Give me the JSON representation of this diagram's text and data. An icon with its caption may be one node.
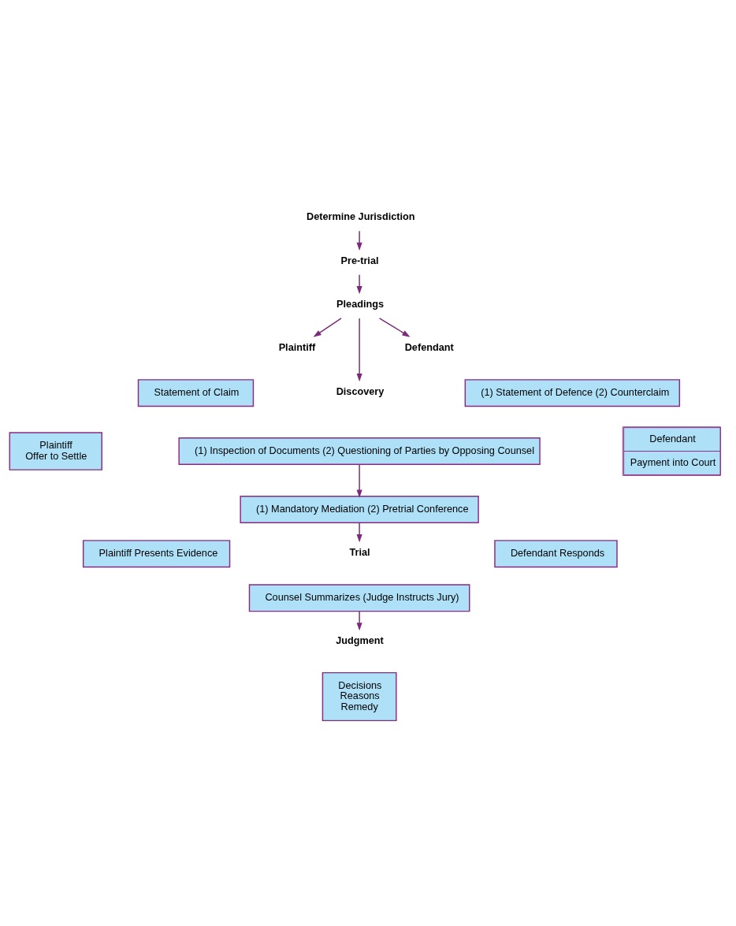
{
  "diagram": {
    "nodes": [
      {
        "text": [
          "Determine Jurisdiction"
        ]
      },
      {
        "text": [
          "Pre-trial"
        ]
      },
      {
        "text": [
          "Pleadings"
        ]
      },
      {
        "text": [
          "Plaintiff"
        ]
      },
      {
        "text": [
          "Defendant"
        ]
      },
      {
        "text": [
          "Statement of Claim"
        ]
      },
      {
        "text": [
          "(1) Statement of Defence (2) Counterclaim"
        ]
      },
      {
        "text": [
          "Discovery"
        ]
      },
      {
        "text": [
          "(1) Inspection of Documents (2) Questioning of Parties by Opposing Counsel"
        ]
      },
      {
        "text": [
          "Plaintiff",
          "Offer to Settle"
        ]
      },
      {
        "text": [
          "Defendant",
          "Payment into Court"
        ]
      },
      {
        "text": [
          "(1) Mandatory Mediation (2) Pretrial Conference"
        ]
      },
      {
        "text": [
          "Plaintiff Presents Evidence"
        ]
      },
      {
        "text": [
          "Trial"
        ]
      },
      {
        "text": [
          "Defendant Responds"
        ]
      },
      {
        "text": [
          "Counsel Summarizes (Judge Instructs Jury)"
        ]
      },
      {
        "text": [
          "Judgment"
        ]
      },
      {
        "text": [
          "Decisions",
          "Reasons",
          "Remedy"
        ]
      }
    ],
    "edges": [
      {
        "from": 0,
        "to": 1,
        "arrow": "to"
      },
      {
        "from": 1,
        "to": 2,
        "arrow": "to"
      },
      {
        "from": 2,
        "to": 3,
        "arrow": "to"
      },
      {
        "from": 2,
        "to": 4,
        "arrow": "to"
      },
      {
        "from": 2,
        "to": 7,
        "arrow": "to"
      },
      {
        "from": 8,
        "to": 11,
        "arrow": "to"
      },
      {
        "from": 11,
        "to": 13,
        "arrow": "to"
      },
      {
        "from": 15,
        "to": 16,
        "arrow": "to"
      }
    ]
  }
}
